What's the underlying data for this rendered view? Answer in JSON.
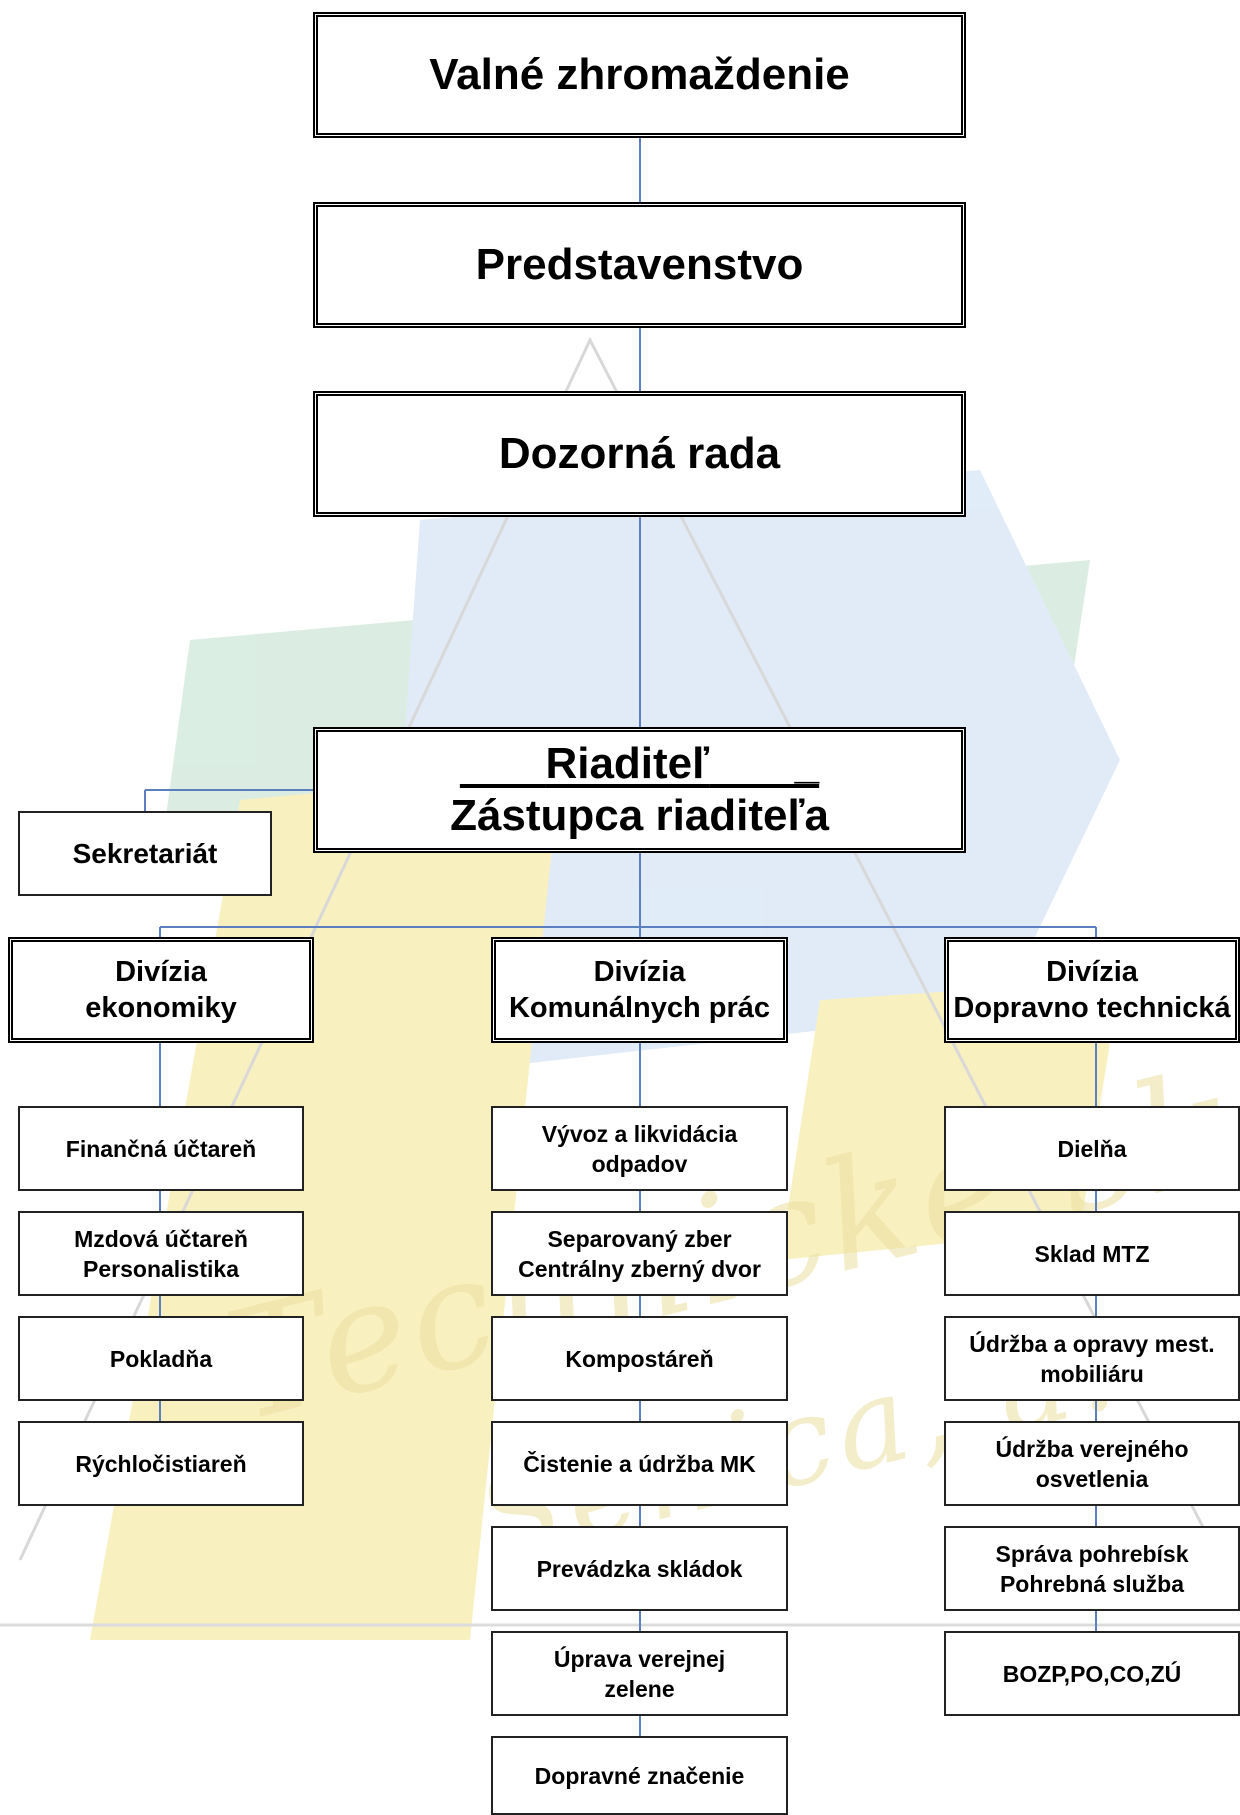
{
  "colors": {
    "connector": "#5b7fbf",
    "watermark_yellow": "#f6e9a6",
    "watermark_green": "#cde8d8",
    "watermark_blue": "#d3e3f4"
  },
  "watermark": {
    "signature_line1": "Technické služby",
    "signature_line2": "Senica, a.s."
  },
  "top": {
    "general_assembly": "Valné zhromaždenie",
    "board": "Predstavenstvo",
    "supervisory_board": "Dozorná rada"
  },
  "director": {
    "line1": "Riaditeľ",
    "line2": "Zástupca riaditeľa"
  },
  "secretariat": "Sekretariát",
  "divisions": [
    {
      "title_line1": "Divízia",
      "title_line2": "ekonomiky",
      "units": [
        [
          "Finančná účtareň"
        ],
        [
          "Mzdová účtareň",
          "Personalistika"
        ],
        [
          "Pokladňa"
        ],
        [
          "Rýchločistiareň"
        ]
      ]
    },
    {
      "title_line1": "Divízia",
      "title_line2": "Komunálnych prác",
      "units": [
        [
          "Vývoz a likvidácia",
          "odpadov"
        ],
        [
          "Separovaný zber",
          "Centrálny zberný dvor"
        ],
        [
          "Kompostáreň"
        ],
        [
          "Čistenie a údržba MK"
        ],
        [
          "Prevádzka skládok"
        ],
        [
          "Úprava verejnej",
          "zelene"
        ],
        [
          "Dopravné značenie"
        ]
      ]
    },
    {
      "title_line1": "Divízia",
      "title_line2": "Dopravno technická",
      "units": [
        [
          "Dielňa"
        ],
        [
          "Sklad MTZ"
        ],
        [
          "Údržba a opravy mest.",
          "mobiliáru"
        ],
        [
          "Údržba verejného",
          "osvetlenia"
        ],
        [
          "Správa pohrebísk",
          "Pohrebná služba"
        ],
        [
          "BOZP,PO,CO,ZÚ"
        ]
      ]
    }
  ]
}
